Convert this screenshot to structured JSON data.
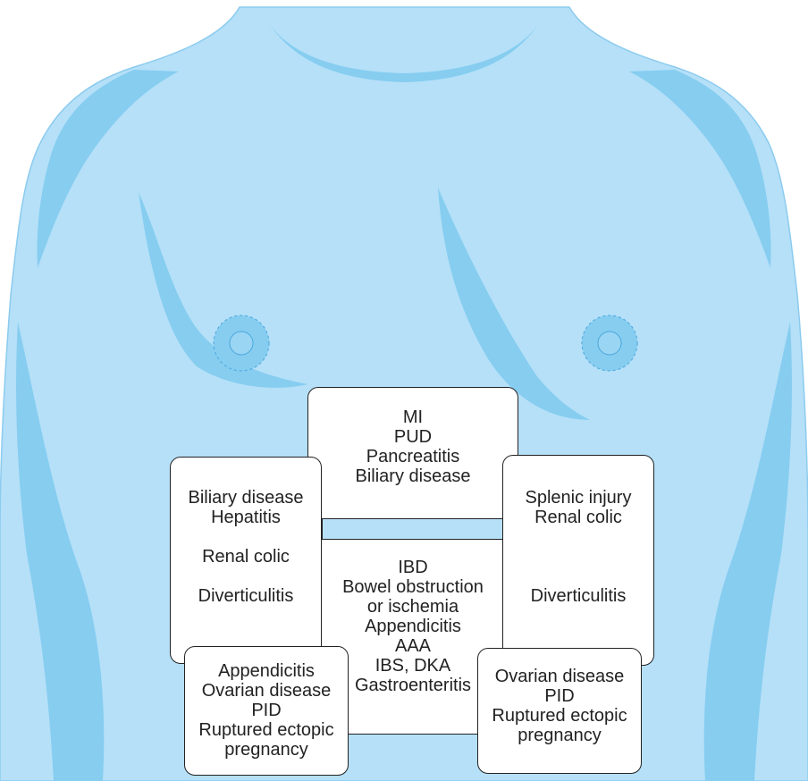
{
  "colors": {
    "skin": "#b5e0f8",
    "shade": "#86cdf0",
    "nipple": "#7fcaf0",
    "outline": "#6ab8e0"
  },
  "regions": {
    "epigastric": [
      "MI",
      "PUD",
      "Pancreatitis",
      "Biliary disease"
    ],
    "umbilical": [
      "IBD",
      "Bowel obstruction",
      "or ischemia",
      "Appendicitis",
      "AAA",
      "IBS, DKA",
      "Gastroenteritis"
    ],
    "ruq": {
      "a": "Biliary disease",
      "b": "Hepatitis",
      "c": "Renal colic",
      "d": "Diverticulitis"
    },
    "luq": {
      "a": "Splenic injury",
      "b": "Renal colic",
      "c": "Diverticulitis"
    },
    "rlq": [
      "Appendicitis",
      "Ovarian disease",
      "PID",
      "Ruptured ectopic",
      "pregnancy"
    ],
    "llq": [
      "Ovarian disease",
      "PID",
      "Ruptured ectopic",
      "pregnancy"
    ]
  }
}
